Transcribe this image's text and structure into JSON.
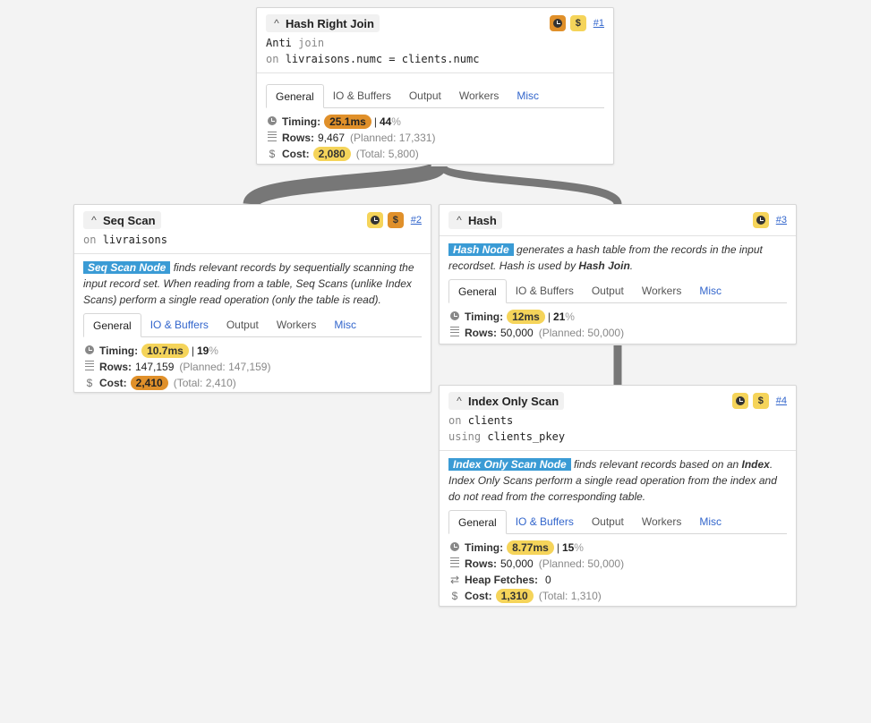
{
  "nodes": {
    "n1": {
      "title": "Hash Right Join",
      "id_label": "#1",
      "line1_kw": "",
      "line1_text": "Anti",
      "line1_kw2": "join",
      "line2_kw": "on",
      "line2_text": "livraisons.numc = clients.numc",
      "tabs": [
        "General",
        "IO & Buffers",
        "Output",
        "Workers",
        "Misc"
      ],
      "timing_label": "Timing:",
      "timing_value": "25.1ms",
      "timing_pct": "44",
      "rows_label": "Rows:",
      "rows_value": "9,467",
      "rows_planned": "(Planned: 17,331)",
      "cost_label": "Cost:",
      "cost_value": "2,080",
      "cost_total": "(Total: 5,800)"
    },
    "n2": {
      "title": "Seq Scan",
      "id_label": "#2",
      "line1_kw": "on",
      "line1_text": "livraisons",
      "desc_tag": "Seq Scan Node",
      "desc_text": "finds relevant records by sequentially scanning the input record set. When reading from a table, Seq Scans (unlike Index Scans) perform a single read operation (only the table is read).",
      "tabs": [
        "General",
        "IO & Buffers",
        "Output",
        "Workers",
        "Misc"
      ],
      "timing_label": "Timing:",
      "timing_value": "10.7ms",
      "timing_pct": "19",
      "rows_label": "Rows:",
      "rows_value": "147,159",
      "rows_planned": "(Planned: 147,159)",
      "cost_label": "Cost:",
      "cost_value": "2,410",
      "cost_total": "(Total: 2,410)"
    },
    "n3": {
      "title": "Hash",
      "id_label": "#3",
      "desc_tag": "Hash Node",
      "desc_text_a": "generates a hash table from the records in the input recordset. Hash is used by",
      "desc_bold": "Hash Join",
      "desc_text_b": ".",
      "tabs": [
        "General",
        "IO & Buffers",
        "Output",
        "Workers",
        "Misc"
      ],
      "timing_label": "Timing:",
      "timing_value": "12ms",
      "timing_pct": "21",
      "rows_label": "Rows:",
      "rows_value": "50,000",
      "rows_planned": "(Planned: 50,000)"
    },
    "n4": {
      "title": "Index Only Scan",
      "id_label": "#4",
      "line1_kw": "on",
      "line1_text": "clients",
      "line2_kw": "using",
      "line2_text": "clients_pkey",
      "desc_tag": "Index Only Scan Node",
      "desc_text_a": "finds relevant records based on an",
      "desc_bold": "Index",
      "desc_text_b": ". Index Only Scans perform a single read operation from the index and do not read from the corresponding table.",
      "tabs": [
        "General",
        "IO & Buffers",
        "Output",
        "Workers",
        "Misc"
      ],
      "timing_label": "Timing:",
      "timing_value": "8.77ms",
      "timing_pct": "15",
      "rows_label": "Rows:",
      "rows_value": "50,000",
      "rows_planned": "(Planned: 50,000)",
      "heap_label": "Heap Fetches:",
      "heap_value": "0",
      "cost_label": "Cost:",
      "cost_value": "1,310",
      "cost_total": "(Total: 1,310)"
    }
  },
  "pct_sign": "%",
  "colors": {
    "yellow": "#f5d45a",
    "orange": "#e0902a",
    "desc_tag": "#3a9bd5",
    "link": "#3366cc",
    "edge": "#777777"
  },
  "icons": {
    "collapse": "chevron-up-icon",
    "timing": "clock-icon",
    "cost": "dollar-icon",
    "rows": "rows-icon",
    "heap": "swap-icon"
  }
}
